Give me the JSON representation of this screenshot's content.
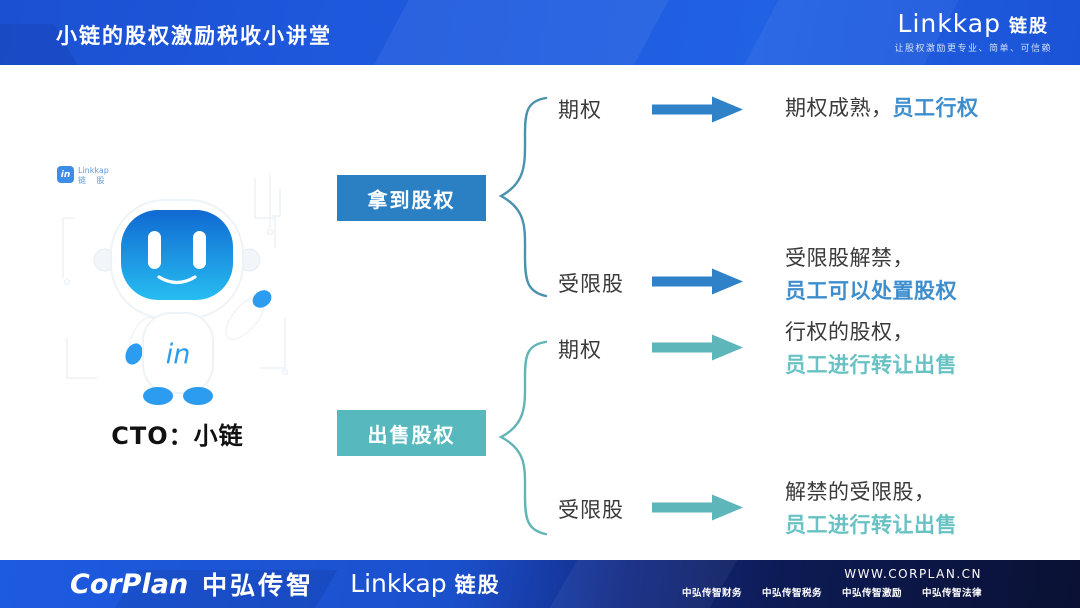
{
  "header": {
    "title": "小链的股权激励税收小讲堂",
    "brand": {
      "wordmark": "Linkkap",
      "cn": "链股",
      "tagline": "让股权激励更专业、简单、可信赖"
    }
  },
  "mascot": {
    "watermark": {
      "icon": "in",
      "wordmark": "Linkkap",
      "cn": "链 股"
    },
    "chest_logo": "in",
    "label": "CTO：小链"
  },
  "diagram": {
    "stages": [
      {
        "label": "拿到股权",
        "color": "#2b80c4"
      },
      {
        "label": "出售股权",
        "color": "#57b8bd"
      }
    ],
    "rows": [
      {
        "item": "期权",
        "plain": "期权成熟，",
        "highlight": "员工行权",
        "theme": "blue"
      },
      {
        "item": "受限股",
        "plain": "受限股解禁，",
        "highlight": "员工可以处置股权",
        "theme": "blue"
      },
      {
        "item": "期权",
        "plain": "行权的股权，",
        "highlight": "员工进行转让出售",
        "theme": "teal"
      },
      {
        "item": "受限股",
        "plain": "解禁的受限股，",
        "highlight": "员工进行转让出售",
        "theme": "teal"
      }
    ]
  },
  "footer": {
    "corplan_logo": "CorPlan",
    "corplan_cn": "中弘传智",
    "linkkap_word": "Linkkap",
    "linkkap_cn": "链股",
    "website": "WWW.CORPLAN.CN",
    "services": [
      "中弘传智财务",
      "中弘传智税务",
      "中弘传智激励",
      "中弘传智法律"
    ]
  },
  "colors": {
    "header_blue": "#1e5ade",
    "stage_blue": "#2b80c4",
    "stage_teal": "#57b8bd",
    "arrow_blue": "#2f82c8",
    "arrow_teal": "#5cb6ba",
    "highlight_blue": "#3e8ecd",
    "highlight_teal": "#68c2c4",
    "brace_blue": "#4b92ae",
    "brace_teal": "#62b4b7",
    "footer_navy": "#0a1133",
    "robot_blue": "#2b9cf0"
  }
}
